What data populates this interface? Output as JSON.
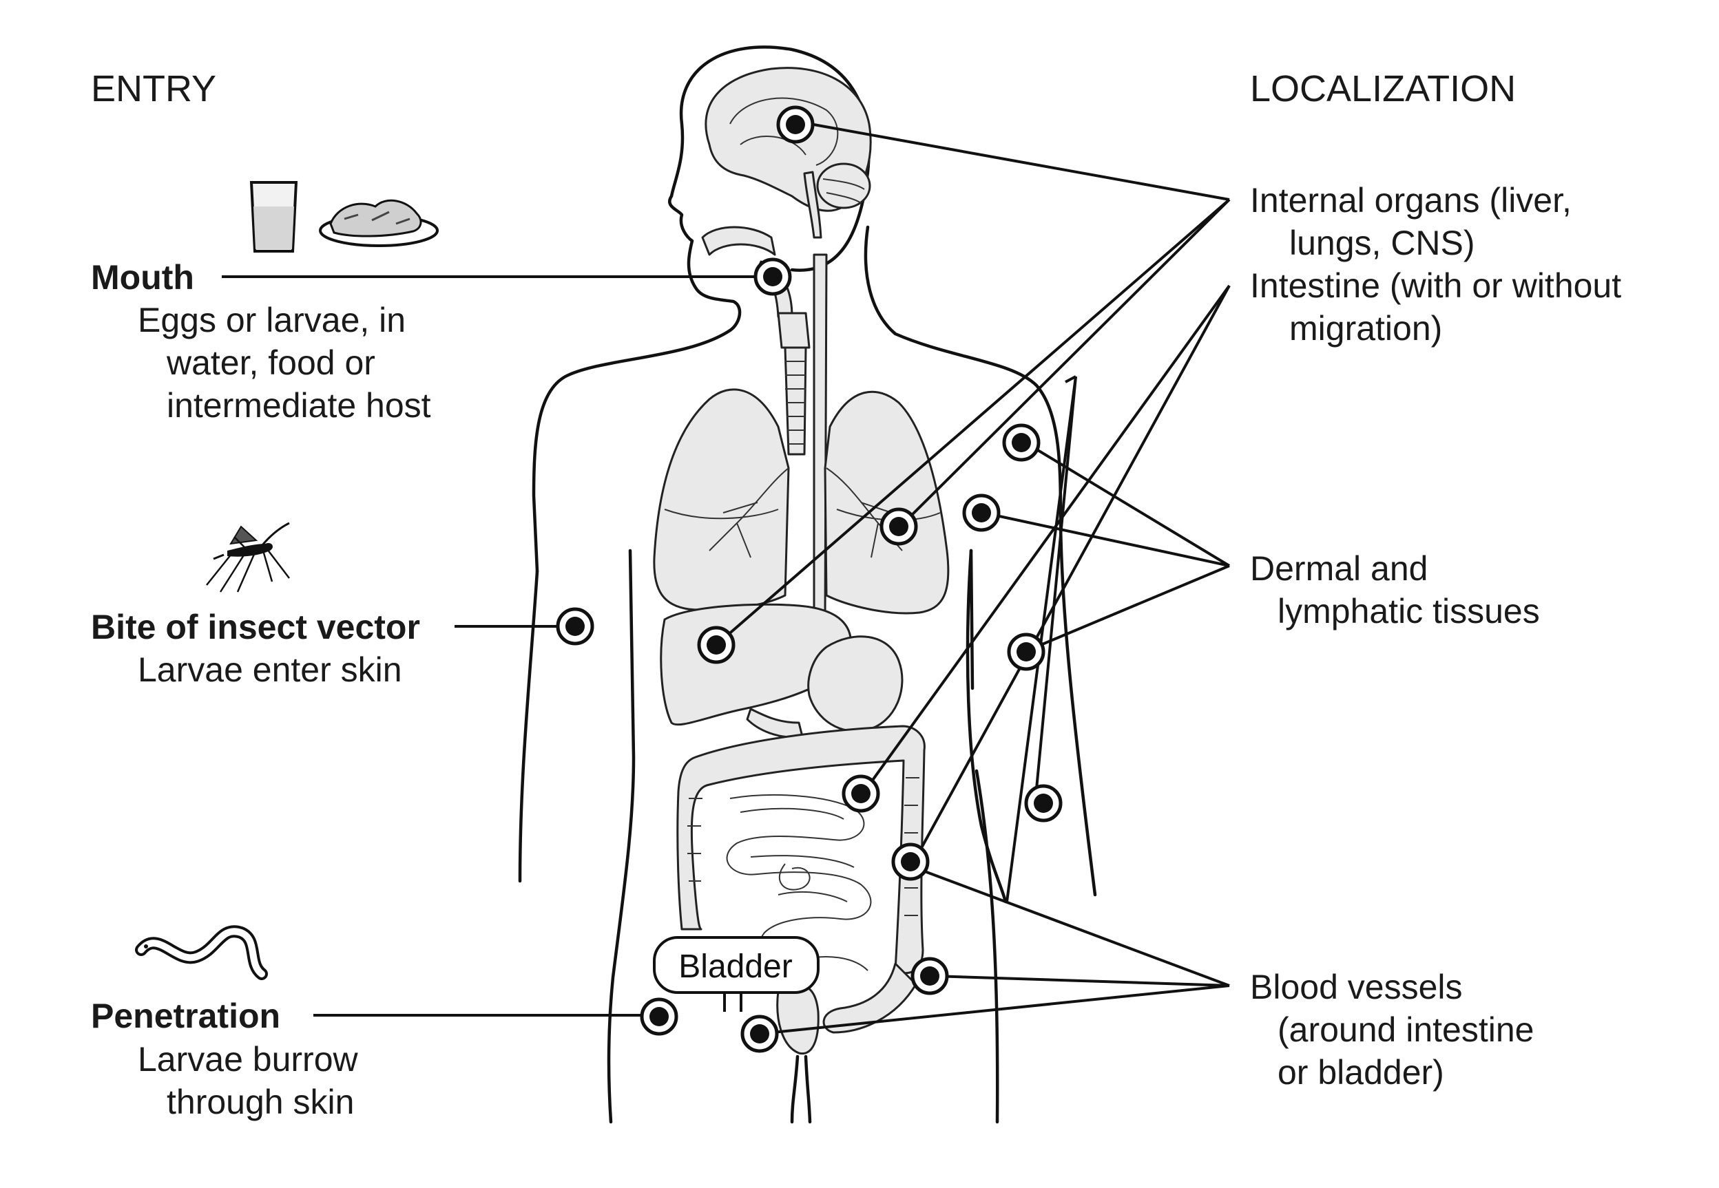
{
  "entry": {
    "heading": "ENTRY",
    "routes": [
      {
        "title": "Mouth",
        "lines": [
          "Eggs or larvae, in",
          "water, food or",
          "intermediate host"
        ],
        "icon": "water-glass-and-food-plate-icon"
      },
      {
        "title": "Bite of insect vector",
        "lines": [
          "Larvae enter skin"
        ],
        "icon": "mosquito-icon"
      },
      {
        "title": "Penetration",
        "lines": [
          "Larvae burrow",
          "through skin"
        ],
        "icon": "worm-larva-icon"
      }
    ]
  },
  "localization": {
    "heading": "LOCALIZATION",
    "sites": [
      {
        "lines": [
          "Internal organs (liver,",
          "lungs, CNS)"
        ]
      },
      {
        "lines": [
          "Intestine (with or without",
          "migration)"
        ]
      },
      {
        "lines": [
          "Dermal and",
          "lymphatic tissues"
        ]
      },
      {
        "lines": [
          "Blood vessels",
          "(around intestine",
          "or bladder)"
        ]
      }
    ]
  },
  "organ_label": "Bladder",
  "colors": {
    "line": "#111111",
    "organ_fill": "#e9e9e9",
    "background": "#ffffff"
  }
}
